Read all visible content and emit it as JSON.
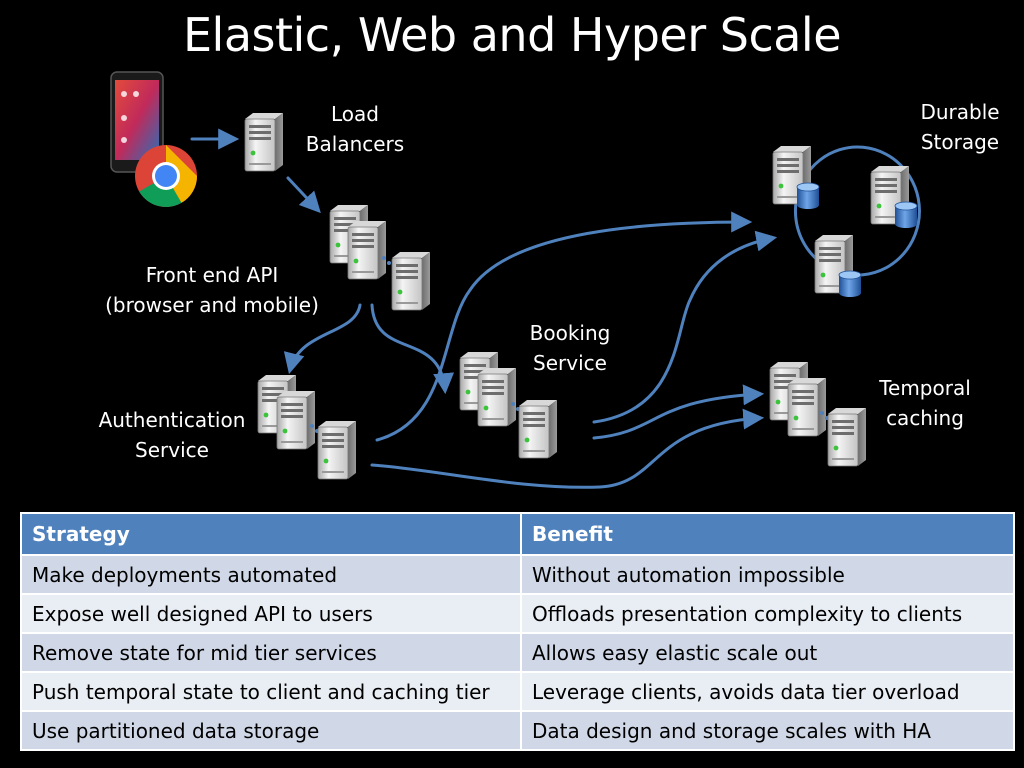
{
  "slide": {
    "title": "Elastic, Web and Hyper Scale"
  },
  "labels": {
    "load_balancers": "Load\nBalancers",
    "front_end": "Front end API\n(browser and mobile)",
    "authentication": "Authentication\nService",
    "booking": "Booking\nService",
    "durable_storage": "Durable\nStorage",
    "temporal_caching": "Temporal\ncaching"
  },
  "icons": {
    "client": "phone-icon",
    "browser": "chrome-logo-icon",
    "server": "server-icon",
    "database": "database-icon"
  },
  "colors": {
    "background": "#000000",
    "arrow": "#4f81bd",
    "table_header": "#4f81bd",
    "table_row_odd": "#d0d8e8",
    "table_row_even": "#e9edf4"
  },
  "table": {
    "headers": [
      "Strategy",
      "Benefit"
    ],
    "rows": [
      [
        "Make deployments automated",
        "Without automation impossible"
      ],
      [
        "Expose well designed API to users",
        "Offloads presentation complexity to clients"
      ],
      [
        "Remove state for mid tier services",
        "Allows easy elastic scale out"
      ],
      [
        "Push temporal state to client and caching tier",
        "Leverage clients, avoids data tier overload"
      ],
      [
        "Use partitioned data storage",
        "Data design and storage scales with HA"
      ]
    ]
  }
}
